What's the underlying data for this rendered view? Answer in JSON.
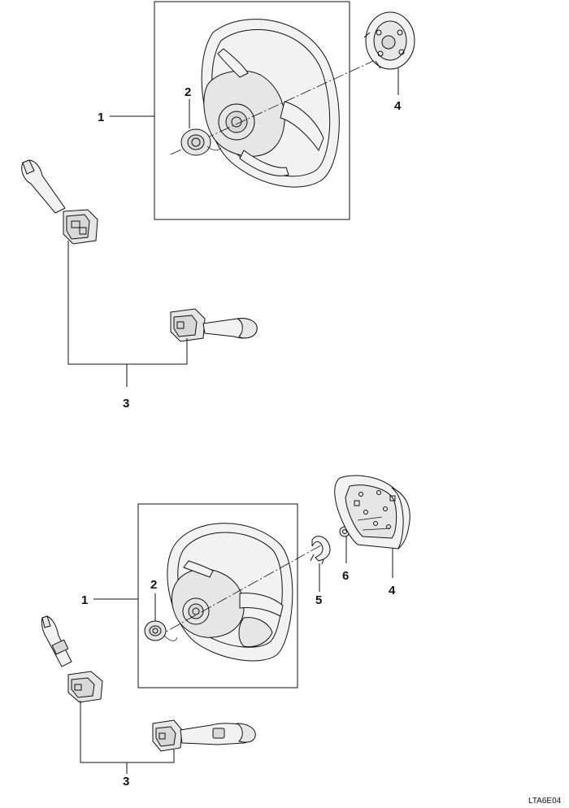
{
  "top_assembly": {
    "labels": {
      "steering_wheel": "1",
      "clock_spring": "2",
      "multifunction_switch": "3",
      "horn_pad": "4"
    }
  },
  "bottom_assembly": {
    "labels": {
      "steering_wheel": "1",
      "clock_spring": "2",
      "multifunction_switch": "3",
      "airbag_module": "4",
      "bracket": "5",
      "nut": "6"
    }
  },
  "figure_code": "LTA6E04"
}
